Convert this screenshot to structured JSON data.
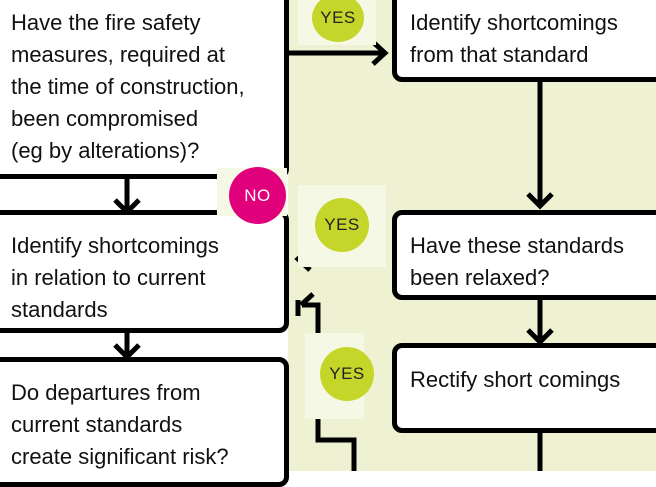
{
  "colors": {
    "background_band": "#eef1d2",
    "yes_badge": "#c5d52a",
    "no_badge": "#e0007c",
    "box_border": "#000000"
  },
  "boxes": {
    "q_compromised": "Have the fire safety\nmeasures, required at\nthe time of construction,\nbeen compromised\n(eg by alterations)?",
    "identify_from_standard": "Identify shortcomings\nfrom that standard",
    "identify_current": "Identify shortcomings\nin relation to current\nstandards",
    "q_relaxed": "Have these standards\nbeen relaxed?",
    "q_departures": "Do departures from\ncurrent standards\ncreate significant risk?",
    "rectify": "Rectify short comings"
  },
  "badges": {
    "yes_top": "YES",
    "no_mid": "NO",
    "yes_mid": "YES",
    "yes_bottom": "YES"
  }
}
